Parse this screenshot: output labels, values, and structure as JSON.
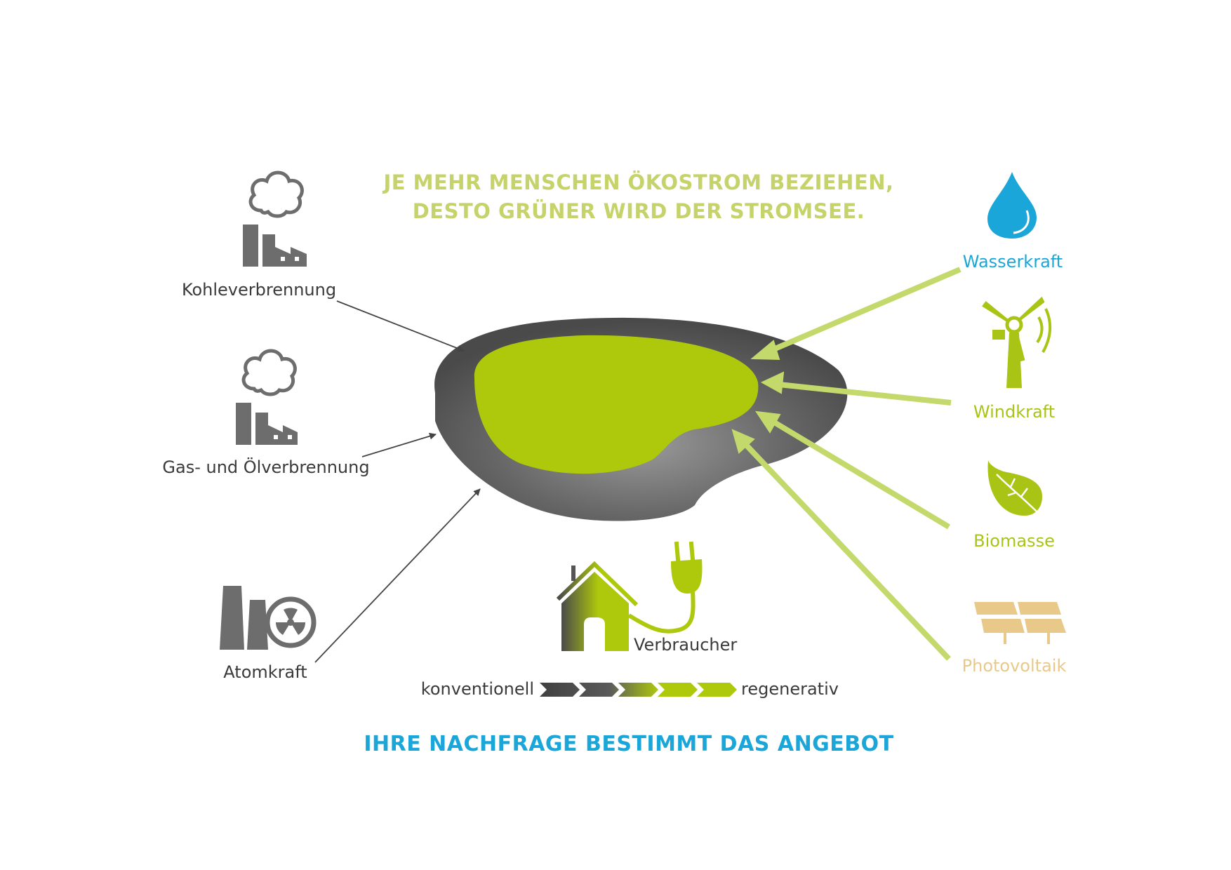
{
  "headline": {
    "line1": "JE MEHR MENSCHEN ÖKOSTROM BEZIEHEN,",
    "line2": "DESTO GRÜNER WIRD DER STROMSEE."
  },
  "conventional_sources": [
    {
      "label": "Kohleverbrennung",
      "icon": "coal-factory-icon"
    },
    {
      "label": "Gas- und Ölverbrennung",
      "icon": "gas-factory-icon"
    },
    {
      "label": "Atomkraft",
      "icon": "nuclear-plant-icon"
    }
  ],
  "renewable_sources": [
    {
      "label": "Wasserkraft",
      "icon": "water-drop-icon",
      "color": "#1aa6d8"
    },
    {
      "label": "Windkraft",
      "icon": "wind-turbine-icon",
      "color": "#a9c414"
    },
    {
      "label": "Biomasse",
      "icon": "leaf-icon",
      "color": "#a9c414"
    },
    {
      "label": "Photovoltaik",
      "icon": "solar-panel-icon",
      "color": "#e8c98a"
    }
  ],
  "consumer": {
    "label": "Verbraucher"
  },
  "scale": {
    "left": "konventionell",
    "right": "regenerativ"
  },
  "footer": "IHRE NACHFRAGE BESTIMMT DAS ANGEBOT",
  "colors": {
    "lake_green": "#aec90c",
    "arrow_green": "#c3d96b",
    "headline_green": "#c5d36a",
    "footer_blue": "#1aa6d8",
    "icon_gray": "#6d6d6d"
  }
}
